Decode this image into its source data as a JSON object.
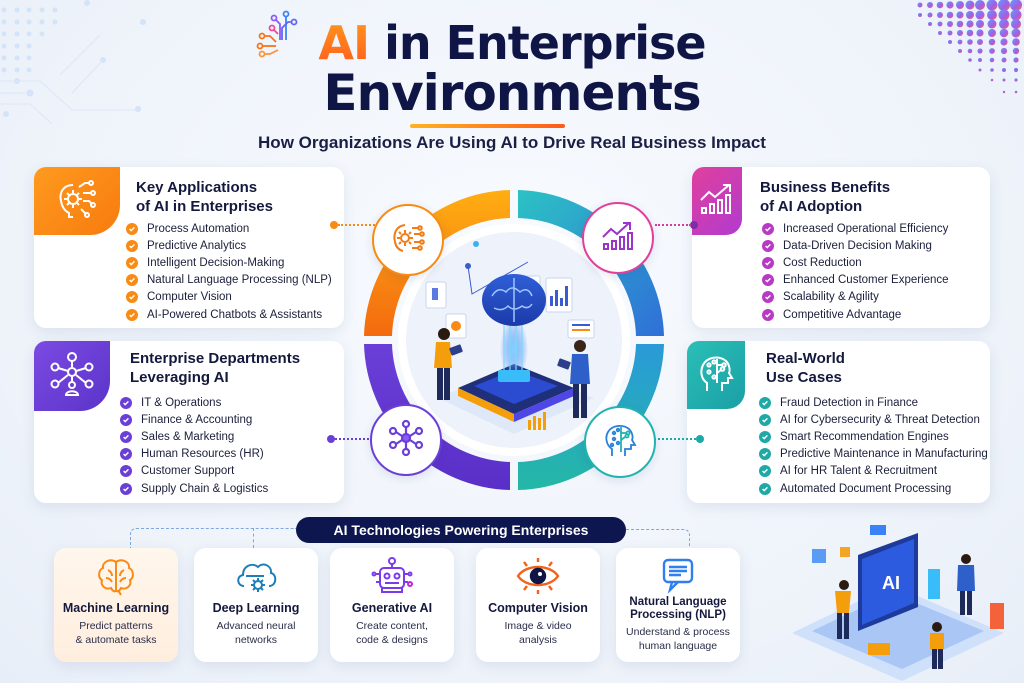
{
  "header": {
    "title_highlight": "AI",
    "title_rest_line1": " in Enterprise",
    "title_line2": "Environments",
    "subtitle": "How Organizations Are Using AI to Drive Real Business Impact"
  },
  "colors": {
    "orange": "#ff8a1a",
    "purple": "#6b3fd6",
    "magenta": "#c23cc4",
    "teal": "#22b3b0",
    "navy": "#0e1650",
    "blue": "#2f7ff0"
  },
  "cards": {
    "key_applications": {
      "icon": "gear-circuit-icon",
      "title_line1": "Key Applications",
      "title_line2": "of AI in Enterprises",
      "items": [
        "Process Automation",
        "Predictive Analytics",
        "Intelligent Decision-Making",
        "Natural Language Processing (NLP)",
        "Computer Vision",
        "AI-Powered Chatbots & Assistants"
      ]
    },
    "departments": {
      "icon": "network-people-icon",
      "title_line1": "Enterprise Departments",
      "title_line2": "Leveraging AI",
      "items": [
        "IT & Operations",
        "Finance & Accounting",
        "Sales & Marketing",
        "Human Resources (HR)",
        "Customer Support",
        "Supply Chain & Logistics"
      ]
    },
    "benefits": {
      "icon": "growth-chart-icon",
      "title_line1": "Business Benefits",
      "title_line2": "of AI Adoption",
      "items": [
        "Increased Operational Efficiency",
        "Data-Driven Decision Making",
        "Cost Reduction",
        "Enhanced Customer Experience",
        "Scalability & Agility",
        "Competitive Advantage"
      ]
    },
    "use_cases": {
      "icon": "ai-head-icon",
      "title_line1": "Real-World",
      "title_line2": "Use Cases",
      "items": [
        "Fraud Detection in Finance",
        "AI for Cybersecurity & Threat Detection",
        "Smart Recommendation Engines",
        "Predictive Maintenance in Manufacturing",
        "AI for HR Talent & Recruitment",
        "Automated Document Processing"
      ]
    }
  },
  "technologies": {
    "heading": "AI Technologies Powering Enterprises",
    "items": [
      {
        "name": "Machine Learning",
        "desc_line1": "Predict patterns",
        "desc_line2": "& automate tasks",
        "icon": "brain-icon"
      },
      {
        "name": "Deep Learning",
        "desc_line1": "Advanced neural",
        "desc_line2": "networks",
        "icon": "cloud-gear-icon"
      },
      {
        "name": "Generative AI",
        "desc_line1": "Create content,",
        "desc_line2": "code & designs",
        "icon": "robot-icon"
      },
      {
        "name": "Computer Vision",
        "desc_line1": "Image & video",
        "desc_line2": "analysis",
        "icon": "eye-icon"
      },
      {
        "name_line1": "Natural Language",
        "name_line2": "Processing (NLP)",
        "desc_line1": "Understand & process",
        "desc_line2": "human language",
        "icon": "chat-bubble-icon"
      }
    ]
  },
  "illustrations": {
    "center": "ai-brain-chip-with-people",
    "bottom_right_screen_label": "AI"
  }
}
